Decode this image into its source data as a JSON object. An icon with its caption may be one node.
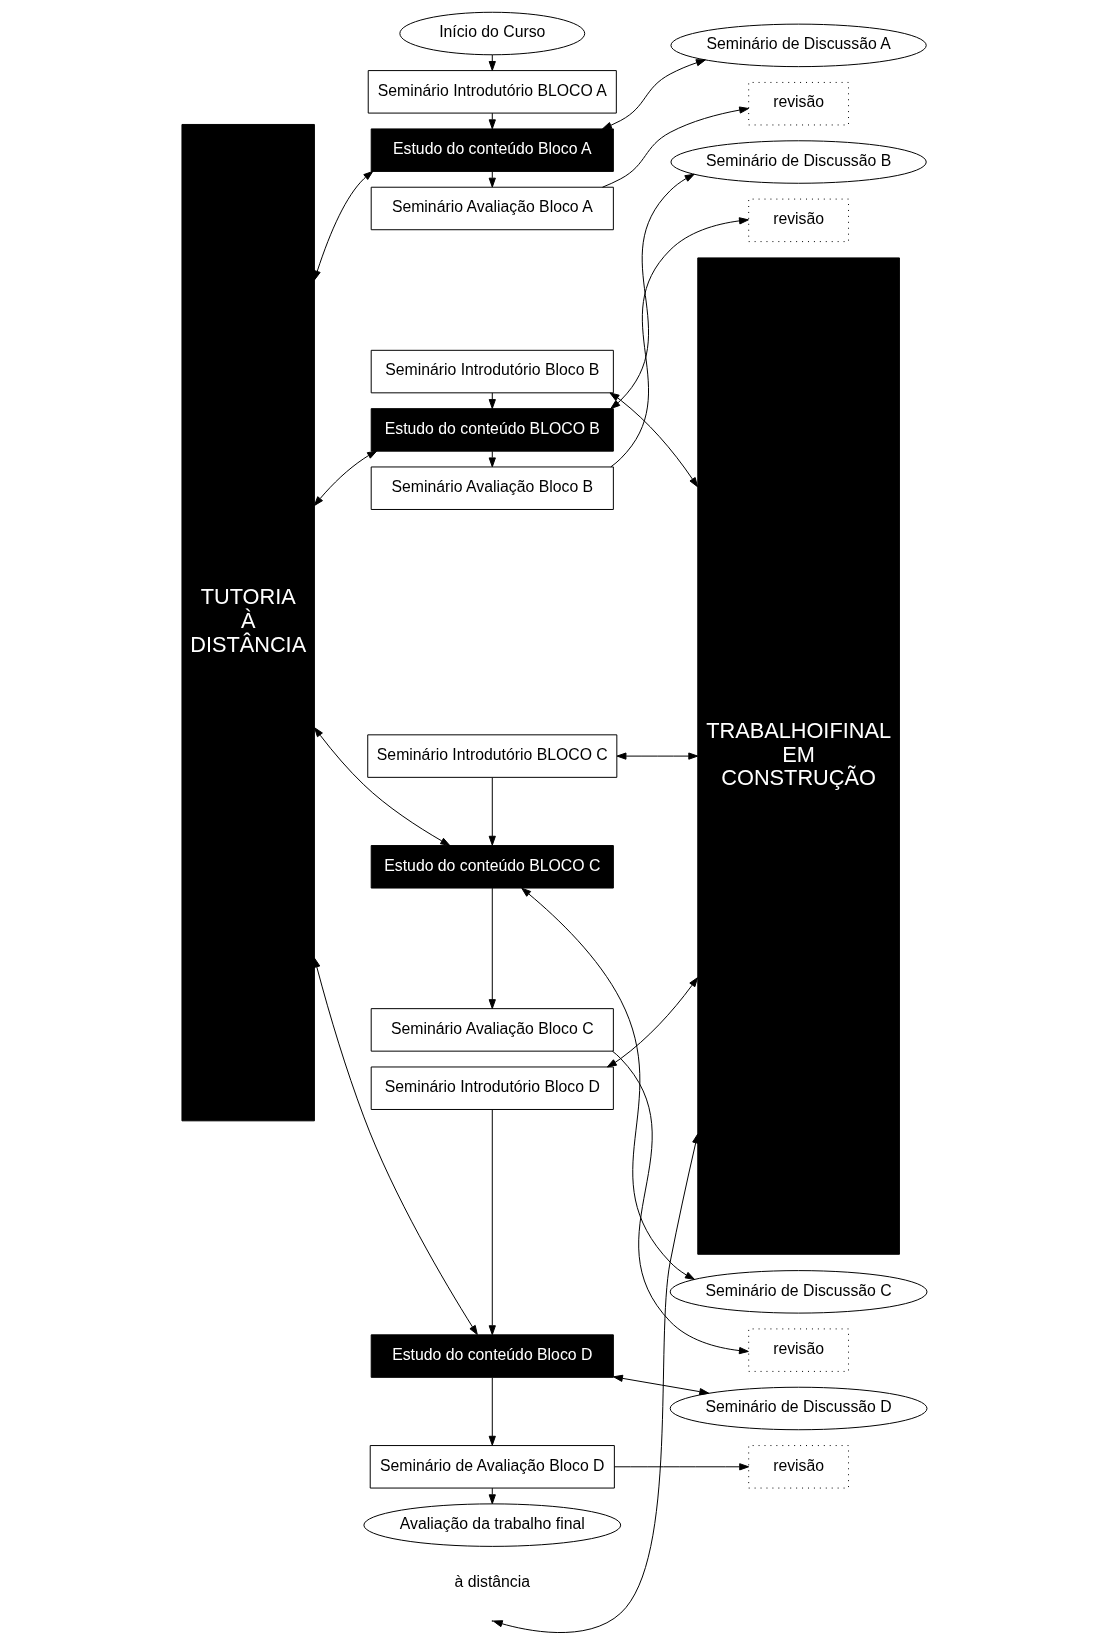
{
  "diagram": {
    "nodes": [
      {
        "text": [
          "Início do Curso"
        ]
      },
      {
        "text": [
          "Seminário Introdutório BLOCO A"
        ]
      },
      {
        "text": [
          "TRABALHOIFINAL EM CONSTRUÇÃO"
        ]
      },
      {
        "text": [
          "TUTORIA À DISTÂNCIA"
        ]
      },
      {
        "text": [
          "Estudo do conteúdo Bloco A"
        ]
      },
      {
        "text": [
          "Seminário de Discussão A"
        ]
      },
      {
        "text": [
          "Seminário Avaliação Bloco A"
        ]
      },
      {
        "text": [
          "revisão"
        ]
      },
      {
        "text": [
          "Seminário Introdutório Bloco B"
        ]
      },
      {
        "text": [
          "Estudo do conteúdo BLOCO B"
        ]
      },
      {
        "text": [
          "Seminário de Discussão B"
        ]
      },
      {
        "text": [
          "Seminário Avaliação Bloco B"
        ]
      },
      {
        "text": [
          "revisão"
        ]
      },
      {
        "text": [
          "Seminário Introdutório BLOCO C"
        ]
      },
      {
        "text": [
          "Estudo do conteúdo BLOCO C"
        ]
      },
      {
        "text": [
          "Seminário de Discussão C"
        ]
      },
      {
        "text": [
          "Seminário Avaliação Bloco C"
        ]
      },
      {
        "text": [
          "revisão"
        ]
      },
      {
        "text": [
          "Seminário Introdutório Bloco D"
        ]
      },
      {
        "text": [
          "Estudo do conteúdo Bloco D"
        ]
      },
      {
        "text": [
          "Seminário de Discussão D"
        ]
      },
      {
        "text": [
          "Seminário de Avaliação Bloco D"
        ]
      },
      {
        "text": [
          "revisão"
        ]
      },
      {
        "text": [
          "Avaliação da trabalho final"
        ]
      }
    ],
    "edges": [
      {
        "from": 0,
        "to": 1,
        "arrow": "to"
      },
      {
        "from": 1,
        "to": 4,
        "arrow": "to"
      },
      {
        "from": 3,
        "to": 4,
        "arrow": "both"
      },
      {
        "from": 4,
        "to": 5,
        "arrow": "both"
      },
      {
        "from": 4,
        "to": 6,
        "arrow": "to"
      },
      {
        "from": 6,
        "to": 7,
        "arrow": "to"
      },
      {
        "from": 8,
        "to": 2,
        "arrow": "both"
      },
      {
        "from": 8,
        "to": 9,
        "arrow": "to"
      },
      {
        "from": 3,
        "to": 9,
        "arrow": "both"
      },
      {
        "from": 9,
        "to": 10,
        "arrow": "both"
      },
      {
        "from": null,
        "to": 2,
        "arrow": "both"
      },
      {
        "from": 9,
        "to": 11,
        "arrow": "to"
      },
      {
        "from": 11,
        "to": 12,
        "arrow": "to"
      },
      {
        "from": 13,
        "to": 2,
        "arrow": "both"
      },
      {
        "from": 13,
        "to": 14,
        "arrow": "to"
      },
      {
        "from": 3,
        "to": 14,
        "arrow": "both"
      },
      {
        "from": 14,
        "to": 15,
        "arrow": "both"
      },
      {
        "from": 14,
        "to": 16,
        "arrow": "to"
      },
      {
        "from": 16,
        "to": 17,
        "arrow": "to"
      },
      {
        "from": 18,
        "to": 2,
        "arrow": "both"
      },
      {
        "from": 18,
        "to": 19,
        "arrow": "to"
      },
      {
        "from": 3,
        "to": 19,
        "arrow": "both"
      },
      {
        "from": 19,
        "to": 20,
        "arrow": "both"
      },
      {
        "from": 19,
        "to": 21,
        "arrow": "to"
      },
      {
        "from": 21,
        "to": 22,
        "arrow": "to"
      },
      {
        "from": 21,
        "to": 23,
        "arrow": "to"
      }
    ],
    "labels": [
      "à distância"
    ]
  }
}
